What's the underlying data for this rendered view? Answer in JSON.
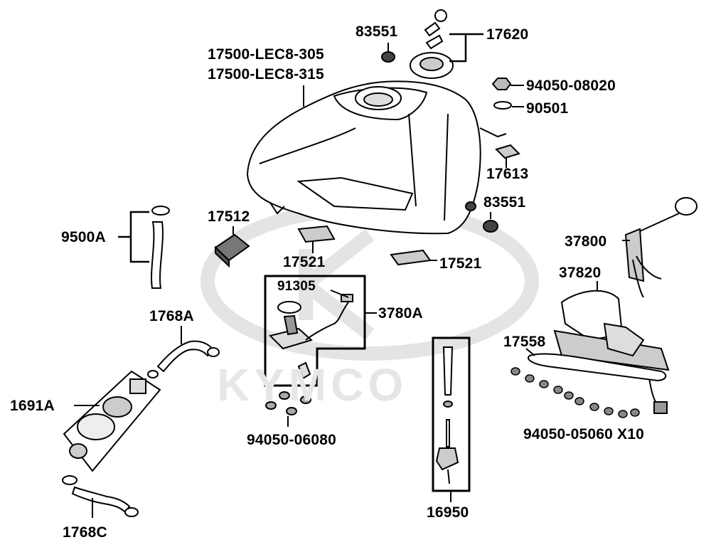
{
  "watermark": {
    "text": "KYMCO",
    "color": "#e4e4e4"
  },
  "colors": {
    "line": "#000000",
    "fill": "#ffffff",
    "shade": "#d8d8d8",
    "dark": "#444444"
  },
  "labels": {
    "p17500a": "17500-LEC8-305",
    "p17500b": "17500-LEC8-315",
    "p83551_top": "83551",
    "p17620": "17620",
    "p94050_08020": "94050-08020",
    "p90501": "90501",
    "p17613": "17613",
    "p83551_right": "83551",
    "p9500A": "9500A",
    "p17512": "17512",
    "p17521_left": "17521",
    "p17521_right": "17521",
    "p91305": "91305",
    "p3780A": "3780A",
    "p37800": "37800",
    "p37820": "37820",
    "p1768A": "1768A",
    "p17558": "17558",
    "p1691A": "1691A",
    "p94050_06080": "94050-06080",
    "p94050_05060": "94050-05060 X10",
    "p16950": "16950",
    "p1768C": "1768C"
  }
}
